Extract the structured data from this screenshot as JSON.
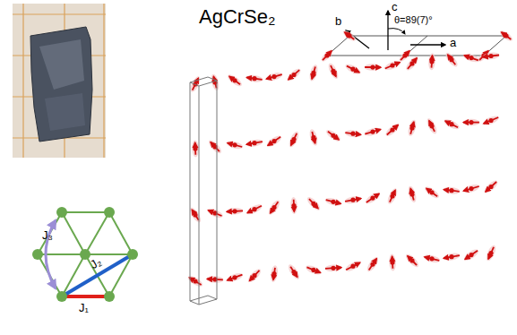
{
  "diagram": {
    "labels": [
      "AgCrSe₂",
      "c",
      "θ=89(7)°",
      "b",
      "a",
      "J₃",
      "J₂",
      "J₁"
    ]
  }
}
